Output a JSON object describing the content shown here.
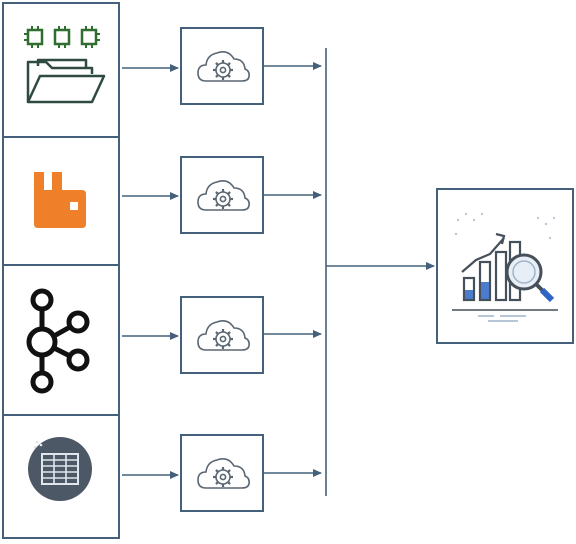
{
  "diagram": {
    "stroke_color": "#44607a",
    "accent_orange": "#f07f2a",
    "accent_blue": "#2f66c4",
    "sources": [
      {
        "id": "source-files",
        "icon": "folder-with-chips-icon"
      },
      {
        "id": "source-rabbitmq",
        "icon": "rabbitmq-icon"
      },
      {
        "id": "source-kafka",
        "icon": "kafka-icon"
      },
      {
        "id": "source-database",
        "icon": "table-grid-icon"
      }
    ],
    "processors": [
      {
        "id": "processor-1",
        "icon": "cloud-gear-icon"
      },
      {
        "id": "processor-2",
        "icon": "cloud-gear-icon"
      },
      {
        "id": "processor-3",
        "icon": "cloud-gear-icon"
      },
      {
        "id": "processor-4",
        "icon": "cloud-gear-icon"
      }
    ],
    "target": {
      "id": "analytics",
      "icon": "chart-magnifier-icon"
    }
  }
}
